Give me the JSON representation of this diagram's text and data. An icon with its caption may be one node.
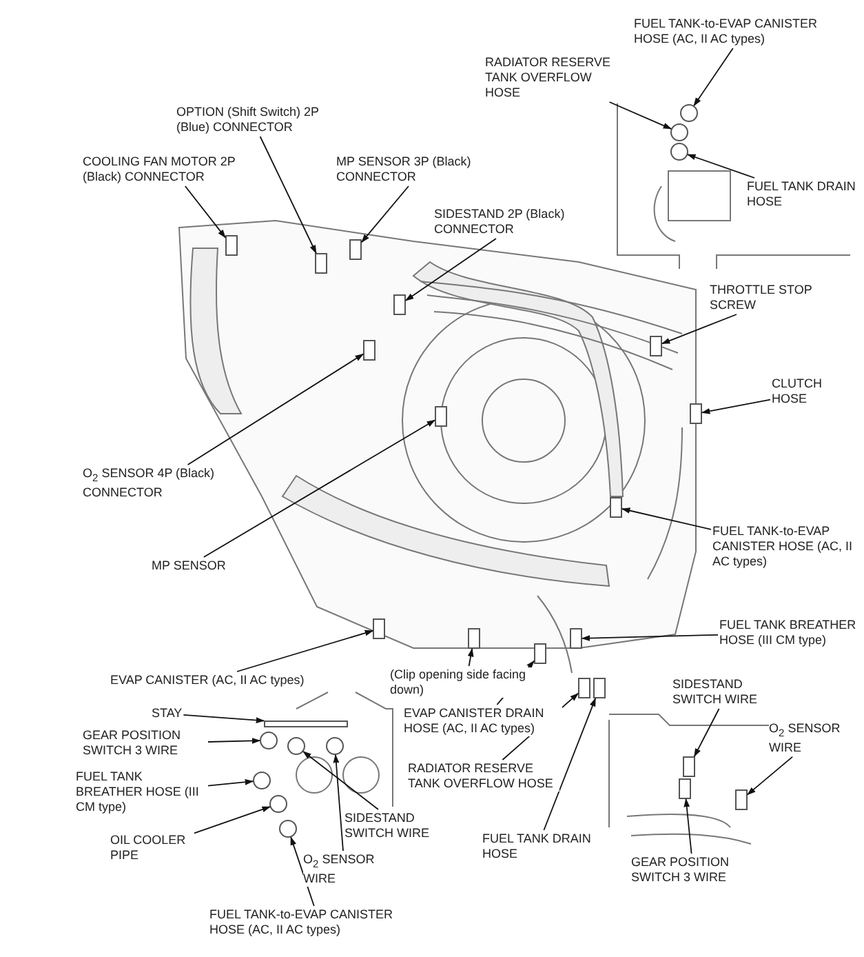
{
  "diagram": {
    "nodes": [
      {
        "text": [
          "FUEL TANK-to-EVAP CANISTER HOSE (AC, II AC types)"
        ]
      },
      {
        "text": [
          "RADIATOR RESERVE TANK OVERFLOW HOSE"
        ]
      },
      {
        "text": [
          "OPTION (Shift Switch) 2P (Blue) CONNECTOR"
        ]
      },
      {
        "text": [
          "COOLING FAN MOTOR 2P (Black) CONNECTOR"
        ]
      },
      {
        "text": [
          "MP SENSOR 3P (Black) CONNECTOR"
        ]
      },
      {
        "text": [
          "FUEL TANK DRAIN HOSE"
        ]
      },
      {
        "text": [
          "SIDESTAND 2P (Black) CONNECTOR"
        ]
      },
      {
        "text": [
          "THROTTLE STOP SCREW"
        ]
      },
      {
        "text": [
          "CLUTCH HOSE"
        ]
      },
      {
        "text": [
          "O$_{2}$ SENSOR 4P (Black) CONNECTOR"
        ]
      },
      {
        "text": [
          "FUEL TANK-to-EVAP CANISTER HOSE (AC, II AC types)"
        ]
      },
      {
        "text": [
          "MP SENSOR"
        ]
      },
      {
        "text": [
          "FUEL TANK BREATHER HOSE (III CM type)"
        ]
      },
      {
        "text": [
          "(Clip opening side facing down)"
        ]
      },
      {
        "text": [
          "EVAP CANISTER (AC, II AC types)"
        ]
      },
      {
        "text": [
          "SIDESTAND SWITCH WIRE"
        ]
      },
      {
        "text": [
          "EVAP CANISTER DRAIN HOSE (AC, II AC types)"
        ]
      },
      {
        "text": [
          "STAY"
        ]
      },
      {
        "text": [
          "GEAR POSITION SWITCH 3 WIRE"
        ]
      },
      {
        "text": [
          "O$_{2}$ SENSOR WIRE"
        ]
      },
      {
        "text": [
          "RADIATOR RESERVE TANK OVERFLOW HOSE"
        ]
      },
      {
        "text": [
          "FUEL TANK BREATHER HOSE (III CM type)"
        ]
      },
      {
        "text": [
          "SIDESTAND SWITCH WIRE"
        ]
      },
      {
        "text": [
          "OIL COOLER PIPE"
        ]
      },
      {
        "text": [
          "O$_{2}$ SENSOR WIRE"
        ]
      },
      {
        "text": [
          "FUEL TANK DRAIN HOSE"
        ]
      },
      {
        "text": [
          "GEAR POSITION SWITCH 3 WIRE"
        ]
      },
      {
        "text": [
          "FUEL TANK-to-EVAP CANISTER HOSE (AC, II AC types)"
        ]
      },
      {
        "text": [],
        "shape": "circle"
      },
      {
        "text": [],
        "shape": "circle"
      },
      {
        "text": [],
        "shape": "box"
      },
      {
        "text": [],
        "shape": "box"
      },
      {
        "text": [],
        "shape": "box"
      },
      {
        "text": [],
        "shape": "circle"
      },
      {
        "text": [],
        "shape": "box"
      },
      {
        "text": [],
        "shape": "box"
      },
      {
        "text": [],
        "shape": "box"
      },
      {
        "text": [],
        "shape": "box"
      },
      {
        "text": [],
        "shape": "box"
      },
      {
        "text": [],
        "shape": "box"
      },
      {
        "text": [],
        "shape": "box"
      },
      {
        "text": [],
        "shape": "box"
      },
      {
        "text": [],
        "shape": "box"
      },
      {
        "text": [],
        "shape": "box"
      },
      {
        "text": [],
        "shape": "box"
      },
      {
        "text": [],
        "shape": "bar"
      },
      {
        "text": [],
        "shape": "circle"
      },
      {
        "text": [],
        "shape": "box"
      },
      {
        "text": [],
        "shape": "box"
      },
      {
        "text": [],
        "shape": "circle"
      },
      {
        "text": [],
        "shape": "circle"
      },
      {
        "text": [],
        "shape": "circle"
      },
      {
        "text": [],
        "shape": "circle"
      },
      {
        "text": [],
        "shape": "box"
      },
      {
        "text": [],
        "shape": "box"
      },
      {
        "text": [],
        "shape": "circle"
      }
    ],
    "edges": [
      {
        "from": 0,
        "to": 28,
        "arrow": "to"
      },
      {
        "from": 1,
        "to": 29,
        "arrow": "to"
      },
      {
        "from": 2,
        "to": 30,
        "arrow": "to"
      },
      {
        "from": 3,
        "to": 31,
        "arrow": "to"
      },
      {
        "from": 4,
        "to": 32,
        "arrow": "to"
      },
      {
        "from": 5,
        "to": 33,
        "arrow": "to"
      },
      {
        "from": 6,
        "to": 34,
        "arrow": "to"
      },
      {
        "from": 7,
        "to": 35,
        "arrow": "to"
      },
      {
        "from": 8,
        "to": 36,
        "arrow": "to"
      },
      {
        "from": 9,
        "to": 37,
        "arrow": "to"
      },
      {
        "from": 10,
        "to": 38,
        "arrow": "to"
      },
      {
        "from": 11,
        "to": 39,
        "arrow": "to"
      },
      {
        "from": 12,
        "to": 40,
        "arrow": "to"
      },
      {
        "from": 13,
        "to": 41,
        "arrow": "to"
      },
      {
        "from": 14,
        "to": 42,
        "arrow": "to"
      },
      {
        "from": 15,
        "to": 43,
        "arrow": "to"
      },
      {
        "from": 16,
        "to": 44,
        "arrow": "to"
      },
      {
        "from": 17,
        "to": 45,
        "arrow": "to"
      },
      {
        "from": 18,
        "to": 46,
        "arrow": "to"
      },
      {
        "from": 19,
        "to": 47,
        "arrow": "to"
      },
      {
        "from": 20,
        "to": 48,
        "arrow": "to"
      },
      {
        "from": 21,
        "to": 49,
        "arrow": "to"
      },
      {
        "from": 22,
        "to": 50,
        "arrow": "to"
      },
      {
        "from": 23,
        "to": 51,
        "arrow": "to"
      },
      {
        "from": 24,
        "to": 52,
        "arrow": "to"
      },
      {
        "from": 25,
        "to": 53,
        "arrow": "to"
      },
      {
        "from": 26,
        "to": 54,
        "arrow": "to"
      },
      {
        "from": 27,
        "to": 55,
        "arrow": "to"
      }
    ]
  }
}
